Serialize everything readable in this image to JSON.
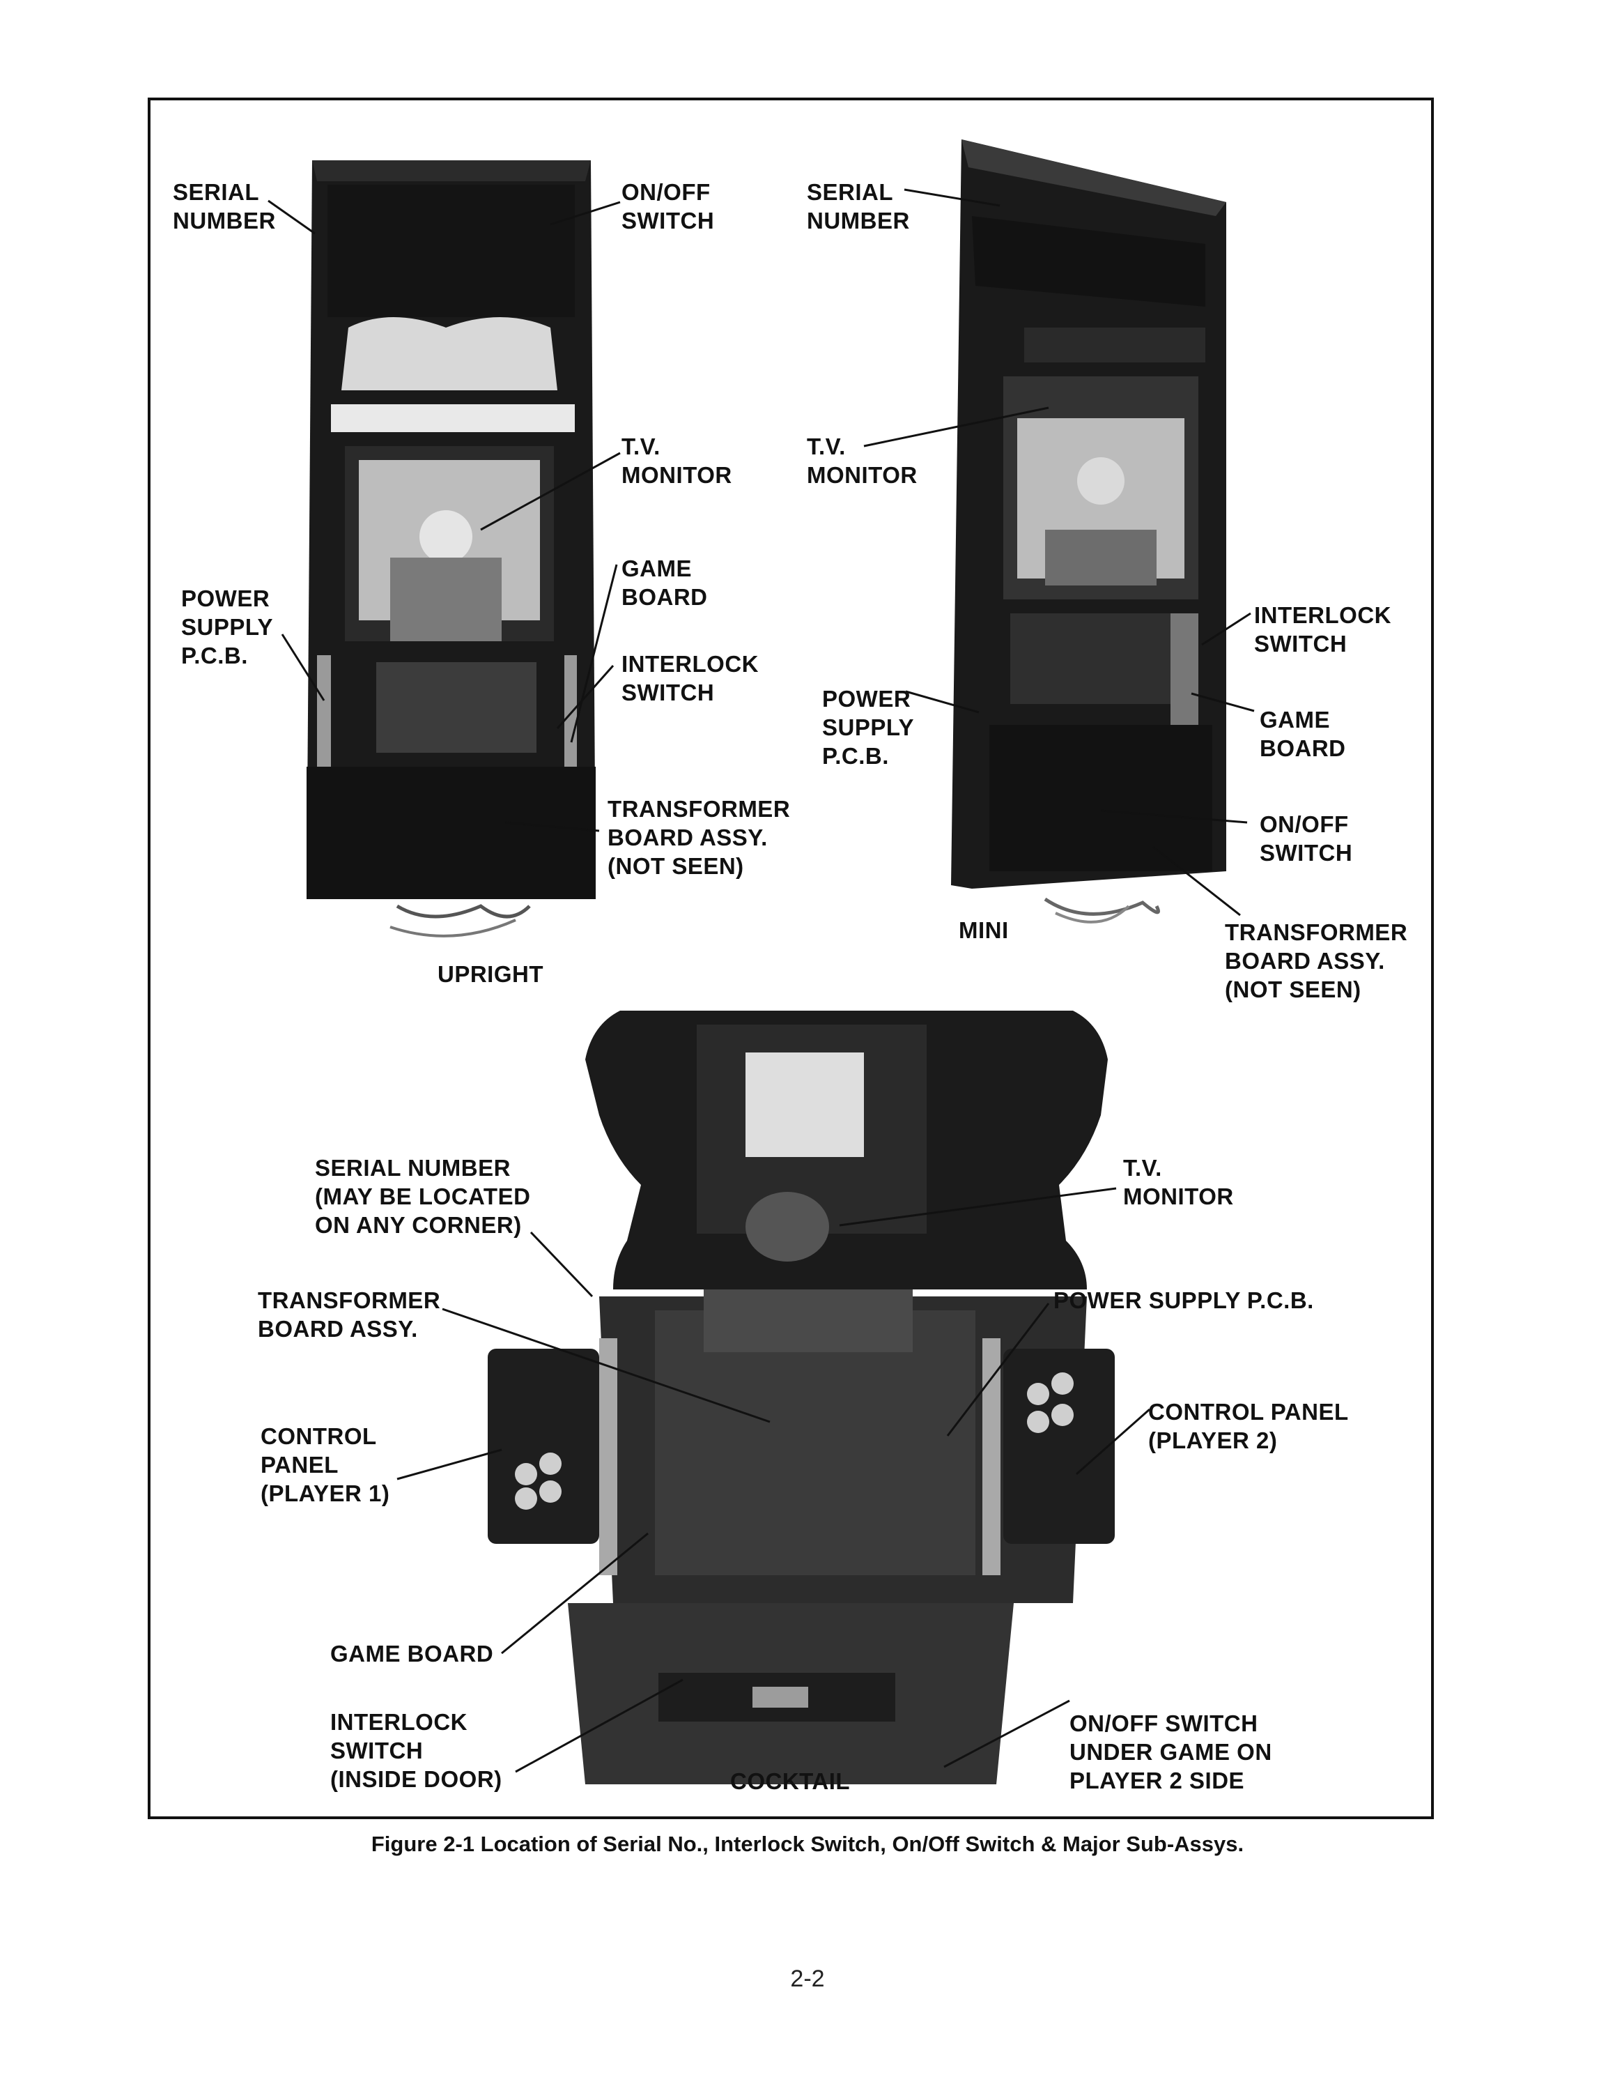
{
  "cabinet_names": {
    "upright": "UPRIGHT",
    "mini": "MINI",
    "cocktail": "COCKTAIL"
  },
  "upright_labels": {
    "serial_number": [
      "SERIAL",
      "NUMBER"
    ],
    "on_off_switch": [
      "ON/OFF",
      "SWITCH"
    ],
    "tv_monitor": [
      "T.V.",
      "MONITOR"
    ],
    "power_supply": [
      "POWER",
      "SUPPLY",
      "P.C.B."
    ],
    "game_board": [
      "GAME",
      "BOARD"
    ],
    "interlock_switch": [
      "INTERLOCK",
      "SWITCH"
    ],
    "transformer": [
      "TRANSFORMER",
      "BOARD ASSY.",
      "(NOT SEEN)"
    ]
  },
  "mini_labels": {
    "serial_number": [
      "SERIAL",
      "NUMBER"
    ],
    "tv_monitor": [
      "T.V.",
      "MONITOR"
    ],
    "interlock_switch": [
      "INTERLOCK",
      "SWITCH"
    ],
    "power_supply": [
      "POWER",
      "SUPPLY",
      "P.C.B."
    ],
    "game_board": [
      "GAME",
      "BOARD"
    ],
    "on_off_switch": [
      "ON/OFF",
      "SWITCH"
    ],
    "transformer": [
      "TRANSFORMER",
      "BOARD ASSY.",
      "(NOT SEEN)"
    ]
  },
  "cocktail_labels": {
    "serial_number": [
      "SERIAL NUMBER",
      "(MAY BE LOCATED",
      "ON ANY CORNER)"
    ],
    "tv_monitor": [
      "T.V.",
      "MONITOR"
    ],
    "transformer": [
      "TRANSFORMER",
      "BOARD ASSY."
    ],
    "power_supply": [
      "POWER SUPPLY P.C.B."
    ],
    "control_panel_1": [
      "CONTROL",
      "PANEL",
      "(PLAYER 1)"
    ],
    "control_panel_2": [
      "CONTROL PANEL",
      "(PLAYER 2)"
    ],
    "game_board": [
      "GAME BOARD"
    ],
    "interlock_switch": [
      "INTERLOCK",
      "SWITCH",
      "(INSIDE DOOR)"
    ],
    "on_off_switch": [
      "ON/OFF SWITCH",
      "UNDER GAME ON",
      "PLAYER 2 SIDE"
    ]
  },
  "caption": "Figure 2-1 Location of Serial No., Interlock Switch, On/Off Switch & Major Sub-Assys.",
  "page_number": "2-2"
}
